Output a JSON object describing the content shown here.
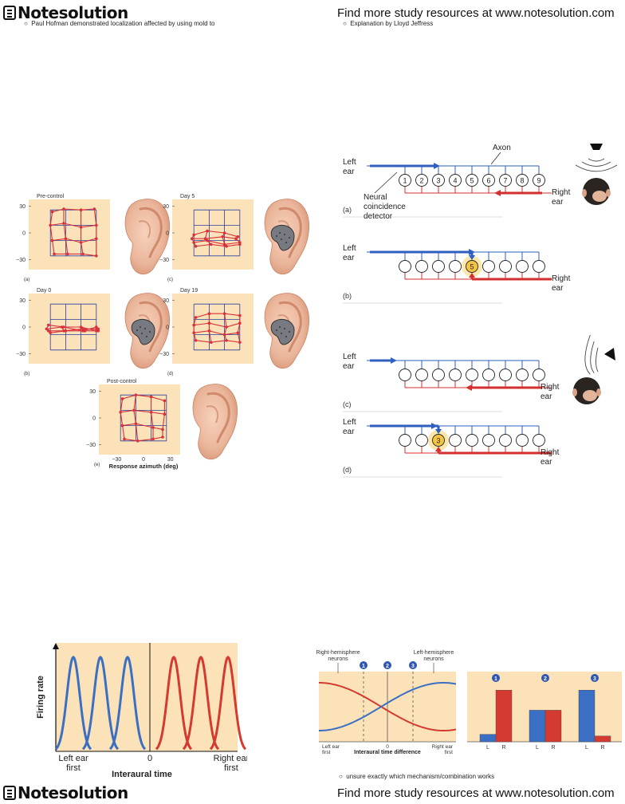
{
  "header": {
    "brand": "Notesolution",
    "promo": "Find more study resources at www.notesolution.com"
  },
  "footer": {
    "brand": "Notesolution",
    "promo": "Find more study resources at www.notesolution.com"
  },
  "bullets": {
    "top_left": "Paul Hofman demonstrated localization affected by using mold to",
    "top_right": "Explanation by Lloyd Jeffress",
    "bottom_right": "unsure exactly which mechanism/combination works"
  },
  "fig_ear": {
    "panels": [
      {
        "title": "Pre-control",
        "letter": "(a)"
      },
      {
        "title": "Day 5",
        "letter": "(c)"
      },
      {
        "title": "Day 0",
        "letter": "(b)"
      },
      {
        "title": "Day 19",
        "letter": "(d)"
      },
      {
        "title": "Post-control",
        "letter": "(e)"
      }
    ],
    "y_ticks": [
      "30",
      "0",
      "−30"
    ],
    "x_ticks": [
      "−30",
      "0",
      "30"
    ],
    "xlabel": "Response azimuth (deg)"
  },
  "fig_jeffress": {
    "axon": "Axon",
    "left_ear": [
      "Left",
      "ear"
    ],
    "right_ear": [
      "Right",
      "ear"
    ],
    "neural": [
      "Neural",
      "coincidence",
      "detector"
    ],
    "numbers": [
      "1",
      "2",
      "3",
      "4",
      "5",
      "6",
      "7",
      "8",
      "9"
    ],
    "active_b": "5",
    "active_d": "3",
    "letters": [
      "(a)",
      "(b)",
      "(c)",
      "(d)"
    ]
  },
  "fig_tuning": {
    "ylabel": "Firing rate",
    "x_left": [
      "Left ear",
      "first"
    ],
    "x_mid": "0",
    "x_right": [
      "Right ear",
      "first"
    ],
    "xlabel": "Interaural time"
  },
  "fig_hemisphere": {
    "right_label": [
      "Right-hemisphere",
      "neurons"
    ],
    "left_label": [
      "Left-hemisphere",
      "neurons"
    ],
    "markers": [
      "1",
      "2",
      "3"
    ],
    "x_left": [
      "Left ear",
      "first"
    ],
    "x_mid": "0",
    "x_right": [
      "Right ear",
      "first"
    ],
    "xlabel": "Interaural time difference",
    "bar_labels": [
      "L",
      "R",
      "L",
      "R",
      "L",
      "R"
    ],
    "bar_values": [
      0.13,
      0.9,
      0.55,
      0.55,
      0.9,
      0.1
    ],
    "colors": {
      "blue": "#3a6fc4",
      "red": "#d43a30"
    }
  }
}
